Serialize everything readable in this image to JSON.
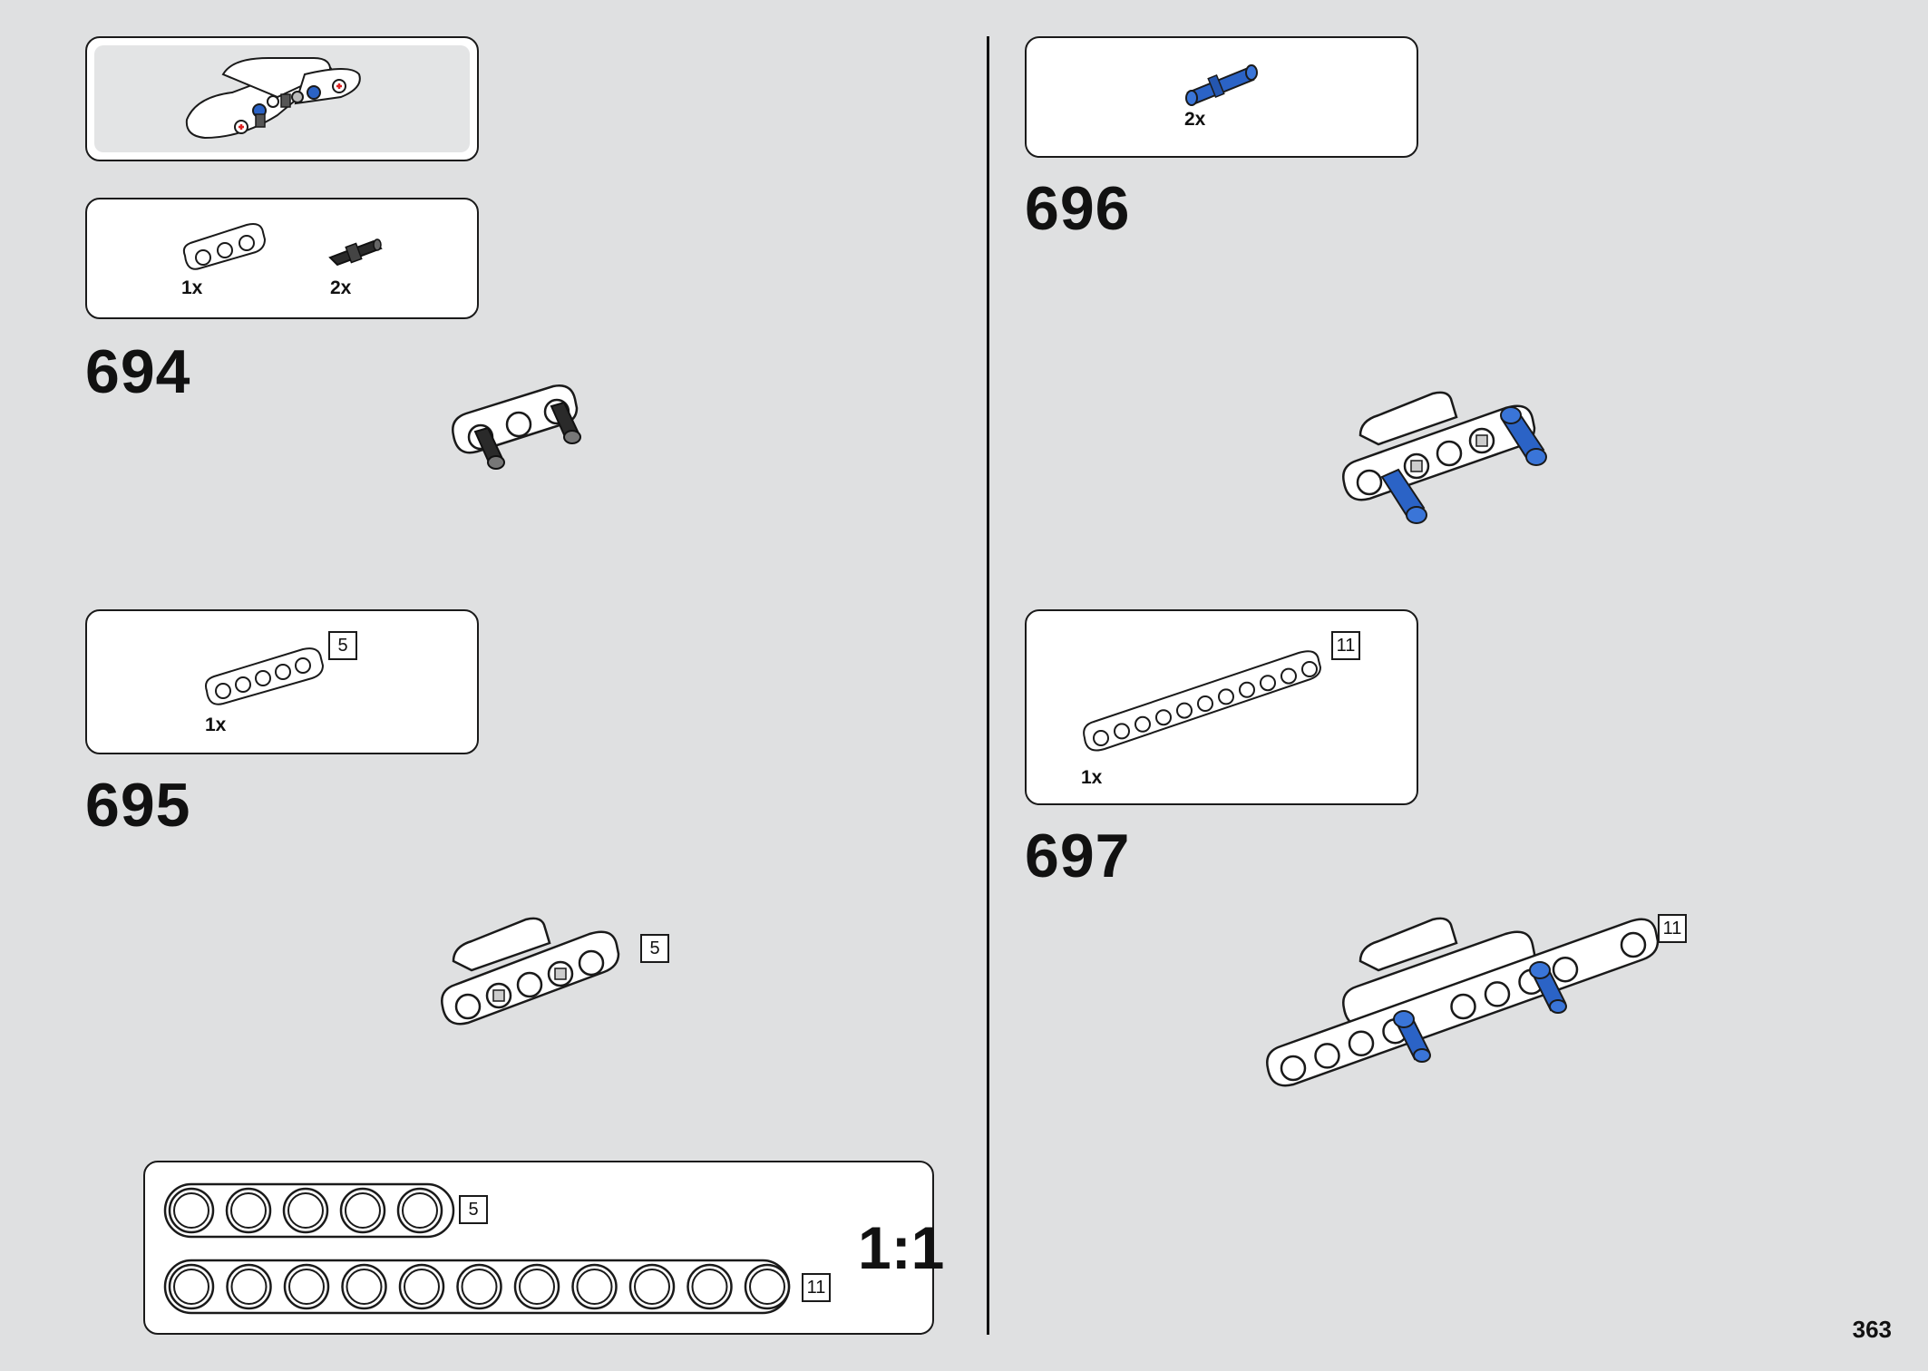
{
  "page_number": "363",
  "submodel": {},
  "steps": [
    {
      "number": "694",
      "parts": [
        {
          "icon": "3-hole-beam-icon",
          "qty": "1x"
        },
        {
          "icon": "black-axle-pin-icon",
          "qty": "2x"
        }
      ]
    },
    {
      "number": "695",
      "parts": [
        {
          "icon": "5-hole-beam-icon",
          "qty": "1x",
          "length": "5"
        }
      ],
      "model_length_tag": "5"
    },
    {
      "number": "696",
      "parts": [
        {
          "icon": "blue-long-pin-icon",
          "qty": "2x"
        }
      ]
    },
    {
      "number": "697",
      "parts": [
        {
          "icon": "11-hole-beam-icon",
          "qty": "1x",
          "length": "11"
        }
      ],
      "model_length_tag": "11"
    }
  ],
  "scale_reference": {
    "label": "1:1",
    "beams": [
      {
        "length": "5",
        "holes": 5
      },
      {
        "length": "11",
        "holes": 11
      }
    ]
  },
  "colors": {
    "background": "#dfe0e1",
    "part_blue": "#2b63c6",
    "part_black": "#2a2a2a",
    "outline": "#1a1a1a"
  }
}
